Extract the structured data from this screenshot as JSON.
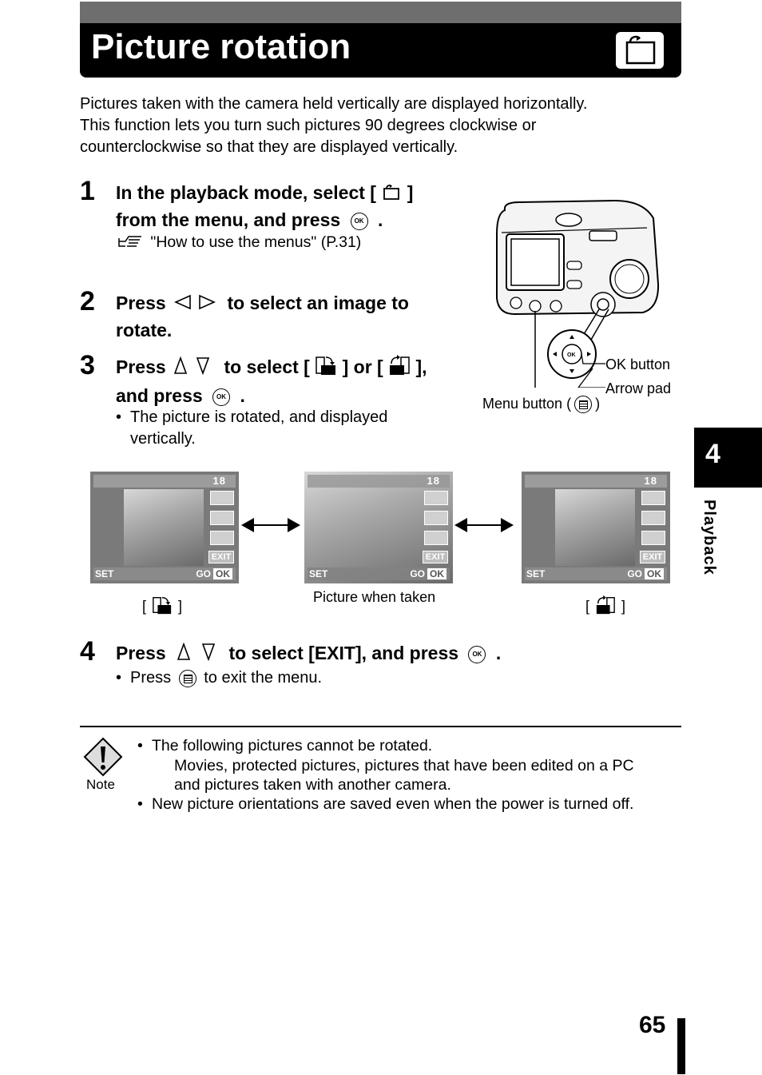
{
  "header": {
    "title": "Picture rotation",
    "icon": "rotate-icon"
  },
  "intro": [
    "Pictures taken with the camera held vertically are displayed horizontally.",
    "This function lets you turn such pictures 90 degrees clockwise or",
    "counterclockwise so that they are displayed vertically."
  ],
  "steps": {
    "s1": {
      "num": "1",
      "l1a": "In the playback mode, select [",
      "l1b": "]",
      "l2a": "from the menu, and press",
      "l2b": ".",
      "ref": "\"How to use the menus\" (P.31)"
    },
    "s2": {
      "num": "2",
      "l1a": "Press",
      "l1b": "to select an image to",
      "l2": "rotate."
    },
    "s3": {
      "num": "3",
      "l1a": "Press",
      "l1b": "to select [",
      "l1c": "] or [",
      "l1d": "],",
      "l2a": "and press",
      "l2b": ".",
      "bullet1": "The picture is rotated, and displayed",
      "bullet2": "vertically."
    },
    "s4": {
      "num": "4",
      "l1a": "Press",
      "l1b": "to select [EXIT], and press",
      "l1c": ".",
      "bullet_a": "Press",
      "bullet_b": "to exit the menu."
    }
  },
  "camera_labels": {
    "ok": "OK button",
    "arrow": "Arrow pad",
    "menu_a": "Menu button (",
    "menu_b": ")"
  },
  "screens": {
    "counter": "18",
    "set": "SET",
    "go": "GO",
    "ok": "OK",
    "exit": "EXIT",
    "ok_small": "OK",
    "caption_mid": "Picture when taken",
    "bracket_open": "[",
    "bracket_close": "]"
  },
  "note": {
    "label": "Note",
    "b1": "The following pictures cannot be rotated.",
    "b1_detail_1": "Movies, protected pictures, pictures that have been edited on a PC",
    "b1_detail_2": "and pictures taken with another camera.",
    "b2": "New picture orientations are saved even when the power is turned off."
  },
  "side_tab": {
    "chapter": "4",
    "label": "Playback"
  },
  "page_number": "65"
}
